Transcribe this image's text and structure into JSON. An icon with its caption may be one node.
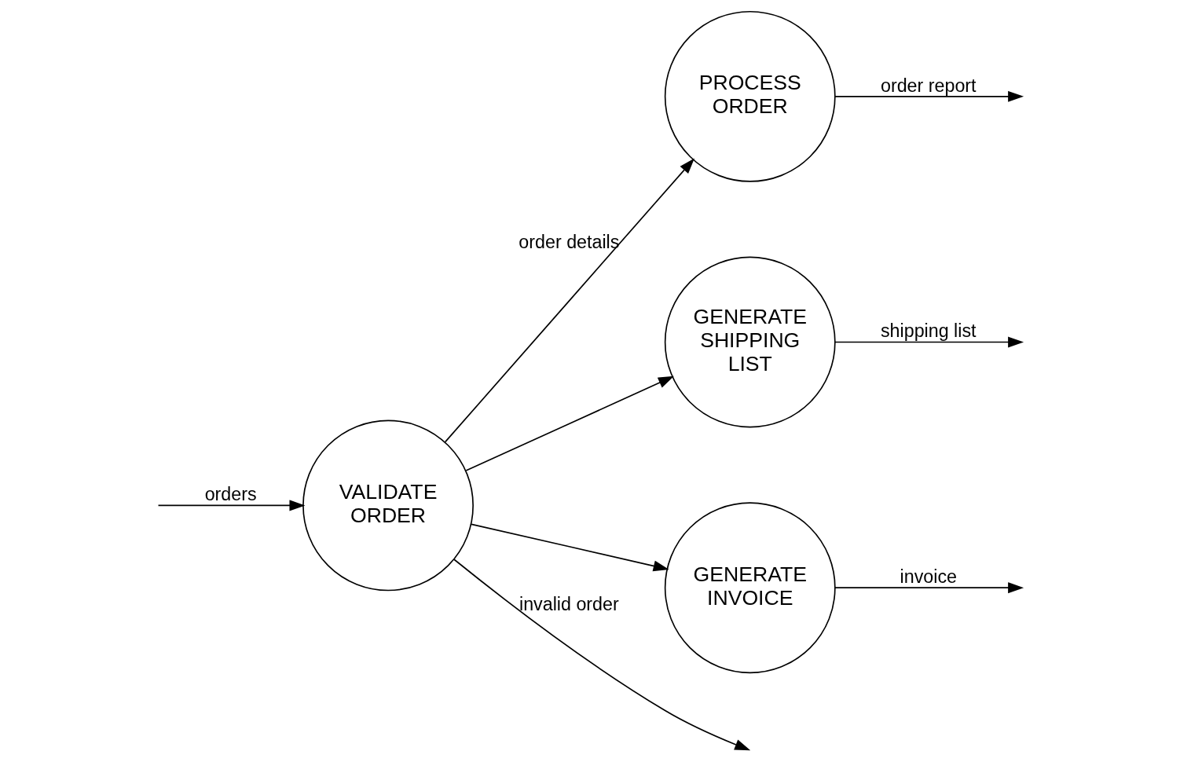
{
  "diagram": {
    "nodes": [
      {
        "text": [
          "VALIDATE ORDER"
        ]
      },
      {
        "text": [
          "PROCESS ORDER"
        ]
      },
      {
        "text": [
          "GENERATE SHIPPING LIST"
        ]
      },
      {
        "text": [
          "GENERATE INVOICE"
        ]
      }
    ],
    "edges": [
      {
        "from": 0,
        "to": null,
        "arrow": "to",
        "label": "invalid order"
      },
      {
        "from": null,
        "to": 0,
        "arrow": "to",
        "label": "orders"
      },
      {
        "from": 0,
        "to": 1,
        "arrow": "to",
        "label": "order details"
      },
      {
        "from": 0,
        "to": 3,
        "arrow": "to"
      },
      {
        "from": 0,
        "to": 2,
        "arrow": "to"
      },
      {
        "from": 1,
        "to": null,
        "arrow": "to",
        "label": "order report"
      },
      {
        "from": 2,
        "to": null,
        "arrow": "to",
        "label": "shipping list"
      },
      {
        "from": 3,
        "to": null,
        "arrow": "to",
        "label": "invoice"
      }
    ]
  }
}
